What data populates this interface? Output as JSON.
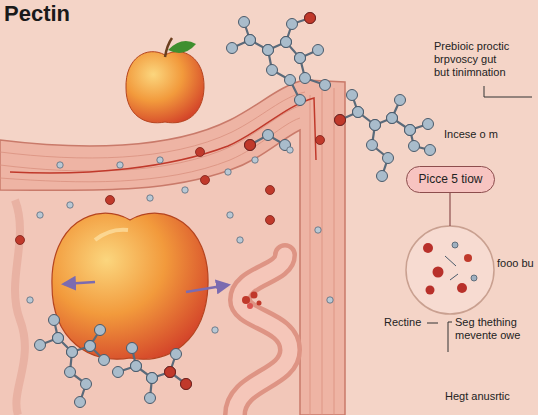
{
  "diagram": {
    "title": "Pectin",
    "nodes": [
      {
        "text": [
          "Picce 5 tiow"
        ]
      }
    ],
    "labels": [
      "Prebioic proctic brpvoscy gut but tinimnation",
      "Incese o m",
      "Rectine",
      "fooo bu",
      "Seg thething mevente owe",
      "Hegt anusrtic"
    ]
  }
}
